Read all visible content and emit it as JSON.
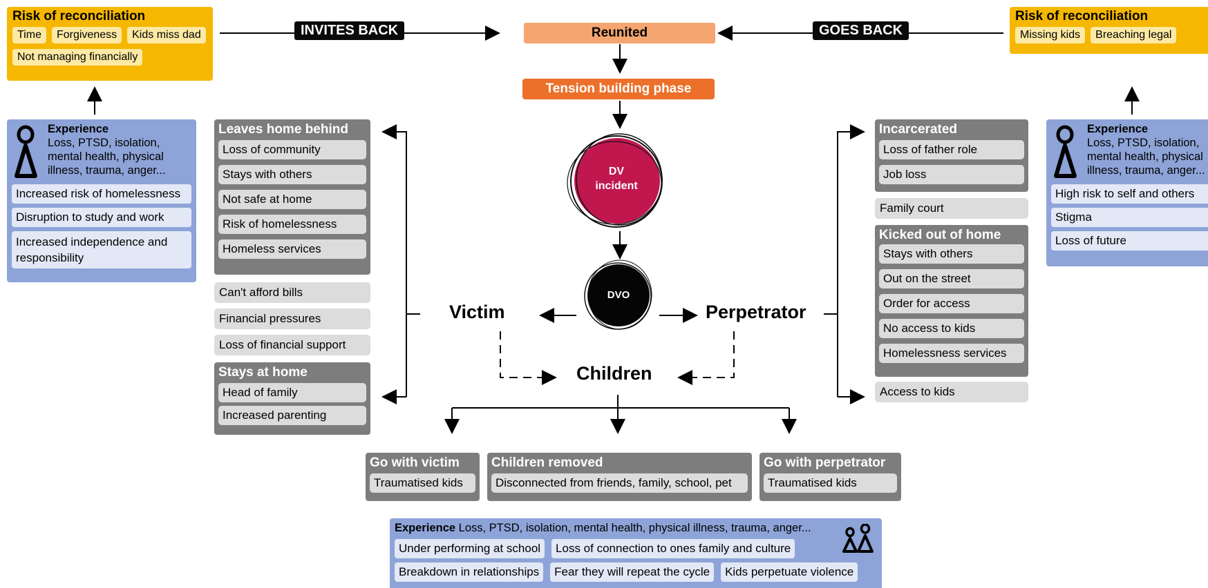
{
  "top": {
    "invites_back": "INVITES BACK",
    "goes_back": "GOES BACK",
    "reunited": "Reunited",
    "tension": "Tension building phase",
    "dv_incident": "DV\nincident",
    "dvo": "DVO",
    "victim": "Victim",
    "perpetrator": "Perpetrator",
    "children": "Children"
  },
  "left_risk": {
    "title": "Risk of reconciliation",
    "chips": [
      "Time",
      "Forgiveness",
      "Kids miss dad",
      "Not managing financially"
    ]
  },
  "right_risk": {
    "title": "Risk of reconciliation",
    "chips": [
      "Missing kids",
      "Breaching legal"
    ]
  },
  "left_experience": {
    "title": "Experience",
    "text": "Loss, PTSD, isolation, mental health, physical illness, trauma, anger...",
    "items": [
      "Increased risk of homelessness",
      "Disruption to study and work",
      "Increased independence and responsibility"
    ]
  },
  "right_experience": {
    "title": "Experience",
    "text": "Loss, PTSD, isolation, mental health, physical illness, trauma, anger...",
    "items": [
      "High risk to self and others",
      "Stigma",
      "Loss of future"
    ]
  },
  "leaves_home": {
    "title": "Leaves home behind",
    "items": [
      "Loss of community",
      "Stays with others",
      "Not safe at home",
      "Risk of homelessness",
      "Homeless services"
    ]
  },
  "victim_loose": [
    "Can't afford bills",
    "Financial pressures",
    "Loss of financial support"
  ],
  "stays_home": {
    "title": "Stays at home",
    "items": [
      "Head of family",
      "Increased parenting"
    ]
  },
  "incarcerated": {
    "title": "Incarcerated",
    "items": [
      "Loss of father role",
      "Job loss"
    ]
  },
  "family_court": "Family court",
  "kicked_out": {
    "title": "Kicked out of home",
    "items": [
      "Stays with others",
      "Out on the street",
      "Order for access",
      "No access to kids",
      "Homelessness services"
    ]
  },
  "access_to_kids": "Access to kids",
  "children_outcomes": {
    "go_with_victim": {
      "title": "Go with victim",
      "item": "Traumatised kids"
    },
    "removed": {
      "title": "Children removed",
      "item": "Disconnected from friends, family, school, pet"
    },
    "go_with_perp": {
      "title": "Go with perpetrator",
      "item": "Traumatised kids"
    }
  },
  "children_experience": {
    "title": "Experience",
    "text": "Loss, PTSD, isolation, mental health, physical illness, trauma, anger...",
    "row1": [
      "Under performing at school",
      "Loss of connection to ones family and culture"
    ],
    "row2": [
      "Breakdown in relationships",
      "Fear they will repeat the cycle",
      "Kids perpetuate violence"
    ]
  },
  "colors": {
    "yellow": "#f5b700",
    "grey": "#7d7d7d",
    "blue": "#8ea4d8",
    "orange": "#ec6f2a",
    "peach": "#f4a570",
    "crimson": "#c0174f"
  }
}
